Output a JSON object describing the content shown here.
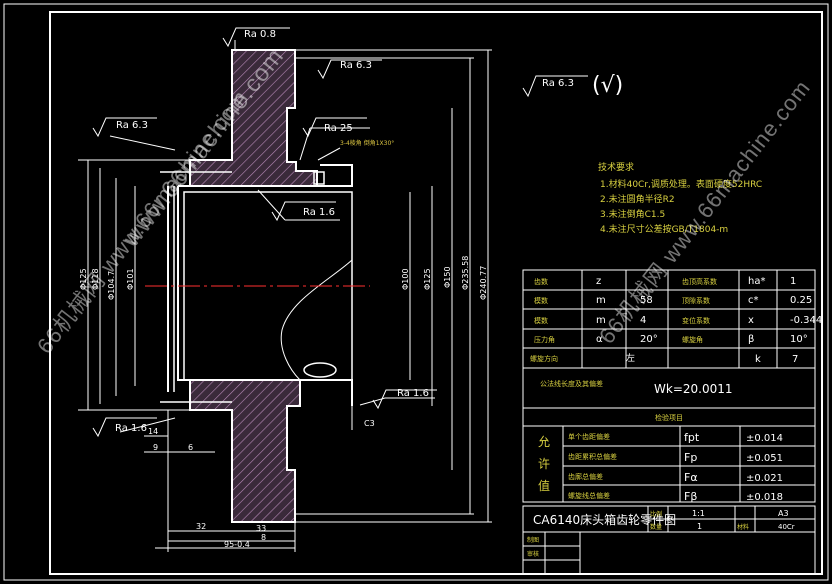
{
  "surface_finish": {
    "ra_08": "Ra 0.8",
    "ra_63": "Ra 6.3",
    "ra_25": "Ra 25",
    "ra_16": "Ra 1.6",
    "general": "Ra 6.3",
    "general_check": "(√)"
  },
  "chamfer_note": "3-4棱角\n倒角1X30°",
  "tech_req": {
    "title": "技术要求",
    "items": [
      "1.材料40Cr,调质处理。表面硬度52HRC",
      "2.未注圆角半径R2",
      "3.未注倒角C1.5",
      "4.未注尺寸公差按GB/T1804-m"
    ]
  },
  "params": {
    "rows": [
      [
        "齿数",
        "z",
        "",
        "齿顶高系数",
        "ha*",
        "1"
      ],
      [
        "模数",
        "m",
        "58",
        "顶隙系数",
        "c*",
        "0.25"
      ],
      [
        "模数",
        "m",
        "4",
        "变位系数",
        "x",
        "-0.344"
      ],
      [
        "压力角",
        "α",
        "20°",
        "螺旋角",
        "β",
        "10°"
      ],
      [
        "螺旋方向",
        "",
        "左",
        "",
        "",
        "k",
        "7"
      ]
    ],
    "span_label": "公法线长度及其偏差",
    "wk": "Wk=20.0011",
    "inspect_title": "检验项目",
    "side_label": [
      "允",
      "许",
      "值"
    ],
    "inspect_rows": [
      [
        "单个齿距偏差",
        "fpt",
        "±0.014"
      ],
      [
        "齿距累积总偏差",
        "Fp",
        "±0.051"
      ],
      [
        "齿廓总偏差",
        "Fα",
        "±0.021"
      ],
      [
        "螺旋线总偏差",
        "Fβ",
        "±0.018"
      ]
    ]
  },
  "title_block": {
    "title": "CA6140床头箱齿轮零件图",
    "scale": "1:1",
    "sheet": "A3",
    "qty": "1",
    "material": "40Cr",
    "labels": [
      "比例",
      "数量",
      "材料",
      "制图",
      "审核"
    ]
  },
  "dims": {
    "d240": "Φ240.77",
    "d235": "Φ235.58",
    "d150": "Φ150",
    "d125": "Φ125",
    "d100": "Φ100",
    "d125_l": "Φ125",
    "d118": "Φ118",
    "d104": "Φ104.7",
    "d101": "Φ101",
    "w14": "14",
    "w9": "9",
    "w6": "6",
    "w32": "32",
    "w33": "33",
    "w8": "8",
    "w95": "95-0.4",
    "c3": "C3"
  },
  "watermarks": [
    "www.66machine.com",
    "66机械网 www.66machine.com",
    "66机械网 www.66machine.com"
  ]
}
